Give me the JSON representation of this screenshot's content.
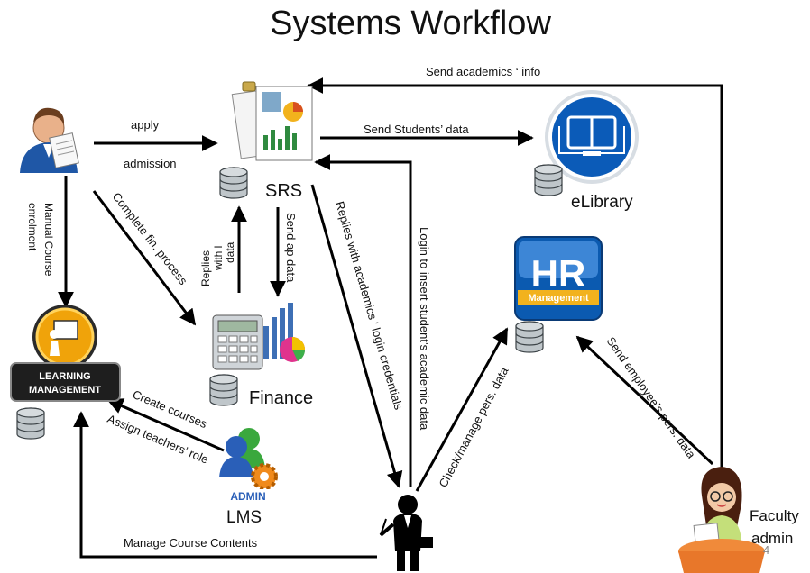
{
  "title": "Systems Workflow",
  "nodes": {
    "srs": "SRS",
    "elibrary": "eLibrary",
    "finance": "Finance",
    "lms": "LMS",
    "lms_badge": "ADMIN",
    "hr_big": "HR",
    "hr_small": "Management",
    "learning_line1": "LEARNING",
    "learning_line2": "MANAGEMENT",
    "faculty_line1": "Faculty",
    "faculty_line2": "admin"
  },
  "edges": {
    "apply": "apply",
    "admission": "admission",
    "send_students_data": "Send Students’ data",
    "send_academics_info": "Send academics ‘ info",
    "manual_course_1": "Manual Course",
    "manual_course_2": "enrolment",
    "complete_fin": "Complete fin. process",
    "replies_1": "Replies",
    "replies_2": "with l",
    "replies_3": "data",
    "send_ap_data": "Send ap data",
    "replies_login": "Replies with academics ‘ login credentials",
    "login_insert": "Login to insert student’s academic data",
    "check_manage": "Check/manage pers. data",
    "send_employee": "Send employee’s pers. data",
    "create_courses": "Create courses",
    "assign_teachers": "Assign teachers’ role",
    "manage_contents": "Manage Course Contents"
  },
  "page_number": "4",
  "icons": [
    "student-icon",
    "srs-documents-icon",
    "database-icon",
    "elibrary-icon",
    "hr-management-icon",
    "learning-management-icon",
    "finance-calculator-icon",
    "lms-admin-icon",
    "academic-staff-icon",
    "faculty-admin-icon"
  ]
}
